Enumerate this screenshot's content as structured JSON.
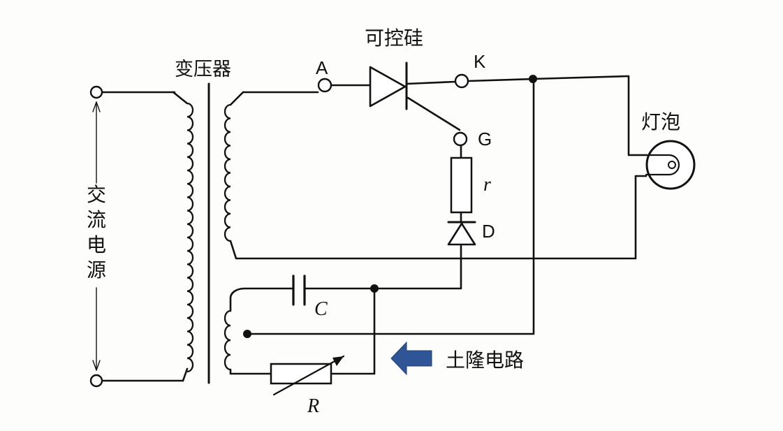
{
  "labels": {
    "ac_source": [
      "交",
      "流",
      "电",
      "源"
    ],
    "transformer": "变压器",
    "scr": "可控硅",
    "anode": "A",
    "cathode": "K",
    "gate": "G",
    "resistor_r": "r",
    "diode": "D",
    "capacitor": "C",
    "rheostat": "R",
    "lamp": "灯泡",
    "phase_shift_circuit": "土隆电路"
  },
  "colors": {
    "wire": "#111111",
    "arrow": "#2f5597",
    "background": "#fdfdfb"
  },
  "icons": {
    "pointer": "arrow-left-icon"
  }
}
